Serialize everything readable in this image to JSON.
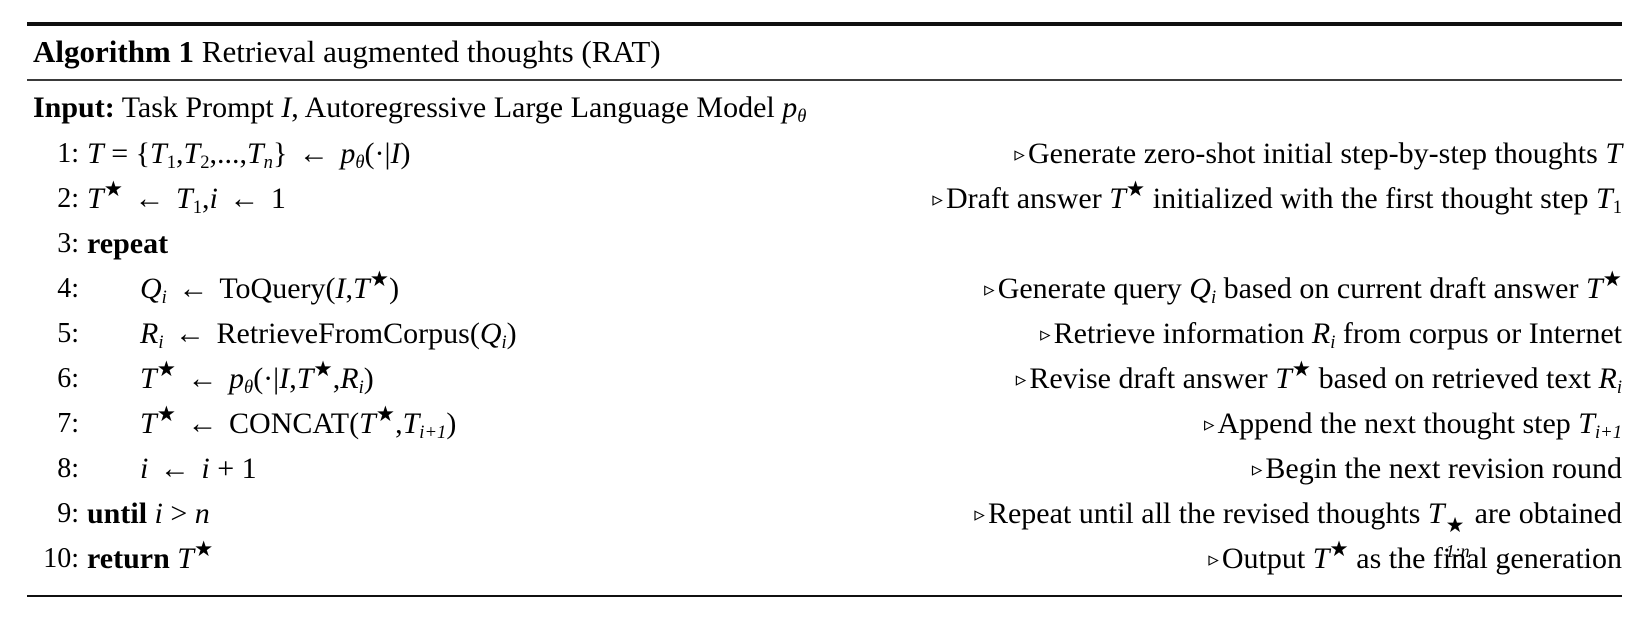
{
  "algorithm": {
    "label": "Algorithm 1",
    "title": "Retrieval augmented thoughts (RAT)",
    "input": {
      "keyword": "Input:",
      "text_before": "Task Prompt",
      "var_I": "I",
      "text_middle": ", Autoregressive Large Language Model",
      "var_p": "p",
      "var_p_sub": "θ"
    },
    "comment_marker": "▹",
    "steps": [
      {
        "num": "1:",
        "indent": false,
        "code_plain": "T = {T₁, T₂, …, Tₙ} ← pθ(·|I)",
        "comment_plain": "▹ Generate zero-shot initial step-by-step thoughts T",
        "comment_text_a": "Generate zero-shot initial step-by-step thoughts",
        "comment_var": "T"
      },
      {
        "num": "2:",
        "indent": false,
        "code_plain": "T★ ← T₁, i ← 1",
        "comment_plain": "▹ Draft answer T★ initialized with the first thought step T₁",
        "comment_text_a": "Draft answer",
        "comment_text_b": "initialized with the first thought step"
      },
      {
        "num": "3:",
        "indent": false,
        "keyword": "repeat",
        "code_plain": "repeat",
        "comment_plain": ""
      },
      {
        "num": "4:",
        "indent": true,
        "code_plain": "Qᵢ ← ToQuery(I, T★)",
        "comment_plain": "▹ Generate query Qᵢ based on current draft answer T★",
        "comment_text_a": "Generate query",
        "comment_text_b": "based on current draft answer"
      },
      {
        "num": "5:",
        "indent": true,
        "code_plain": "Rᵢ ← RetrieveFromCorpus(Qᵢ)",
        "comment_plain": "▹ Retrieve information Rᵢ from corpus or Internet",
        "comment_text_a": "Retrieve information",
        "comment_text_b": "from corpus or Internet"
      },
      {
        "num": "6:",
        "indent": true,
        "code_plain": "T★ ← pθ(·|I, T★, Rᵢ)",
        "comment_plain": "▹ Revise draft answer T★ based on retrieved text Rᵢ",
        "comment_text_a": "Revise draft answer",
        "comment_text_b": "based on retrieved text"
      },
      {
        "num": "7:",
        "indent": true,
        "code_plain": "T★ ← CONCAT(T★, Tᵢ₊₁)",
        "comment_plain": "▹ Append the next thought step Tᵢ₊₁",
        "comment_text_a": "Append the next thought step"
      },
      {
        "num": "8:",
        "indent": true,
        "code_plain": "i ← i + 1",
        "comment_plain": "▹ Begin the next revision round",
        "comment_text_a": "Begin the next revision round"
      },
      {
        "num": "9:",
        "indent": false,
        "keyword": "until",
        "code_plain": "until i > n",
        "comment_plain": "▹ Repeat until all the revised thoughts T★₁:ₙ are obtained",
        "comment_text_a": "Repeat until all the revised thoughts",
        "comment_text_b": "are obtained"
      },
      {
        "num": "10:",
        "indent": false,
        "keyword": "return",
        "code_plain": "return T★",
        "comment_plain": "▹ Output T★ as the final generation",
        "comment_text_a": "Output",
        "comment_text_b": "as the final generation"
      }
    ],
    "symbols": {
      "star": "★",
      "left_arrow": "←",
      "theta": "θ",
      "greater_than": ">",
      "var_T": "T",
      "var_Q": "Q",
      "var_R": "R",
      "var_i": "i",
      "var_n": "n",
      "var_I": "I",
      "var_p": "p",
      "func_toquery": "ToQuery",
      "func_retrieve": "RetrieveFromCorpus",
      "func_concat": "CONCAT",
      "sub_1n": "1:n",
      "sub_i1": "i+1"
    }
  }
}
